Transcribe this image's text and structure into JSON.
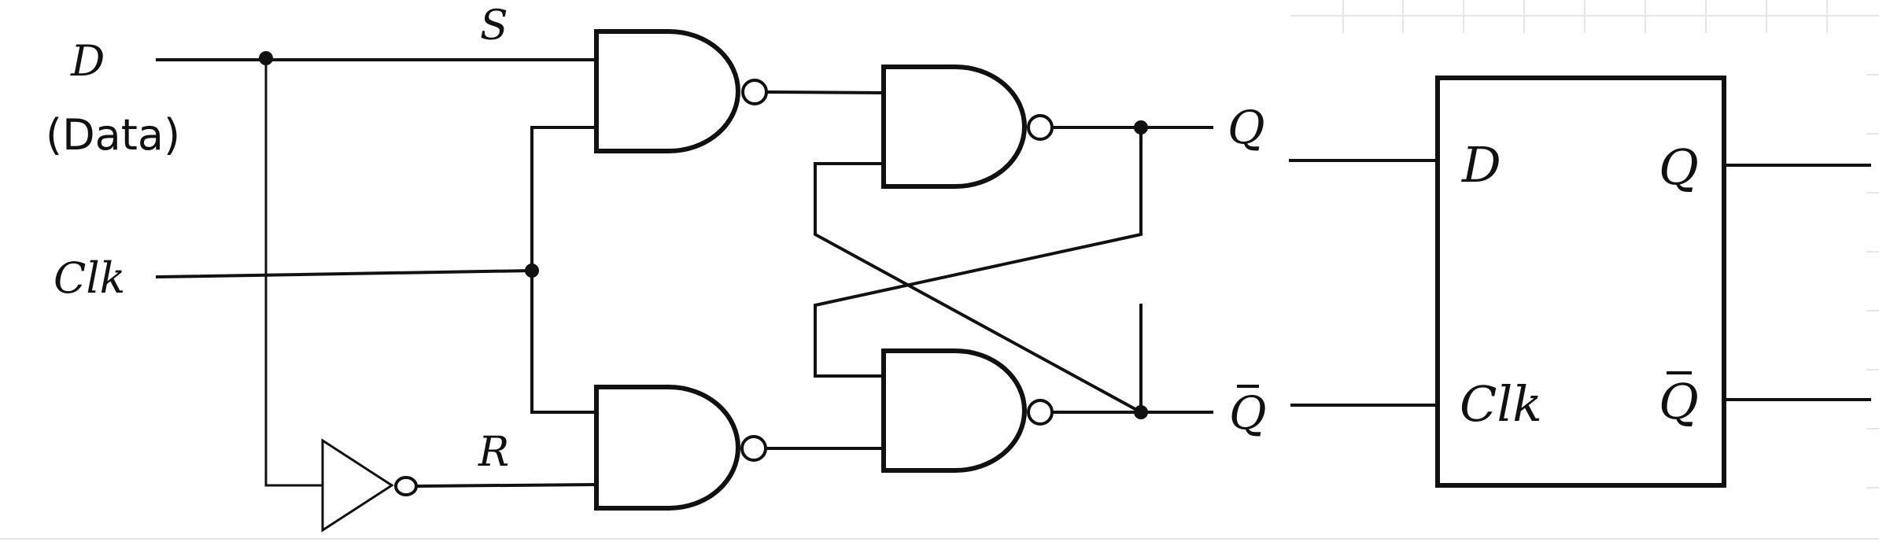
{
  "circuit": {
    "inputs": {
      "d_label": "D",
      "d_sublabel": "(Data)",
      "clk_label": "Clk"
    },
    "internal": {
      "s_label": "S",
      "r_label": "R"
    },
    "outputs": {
      "q_label": "Q",
      "qbar_label": "Q"
    }
  },
  "block": {
    "d_pin": "D",
    "clk_pin": "Clk",
    "q_pin": "Q",
    "qbar_pin": "Q"
  }
}
